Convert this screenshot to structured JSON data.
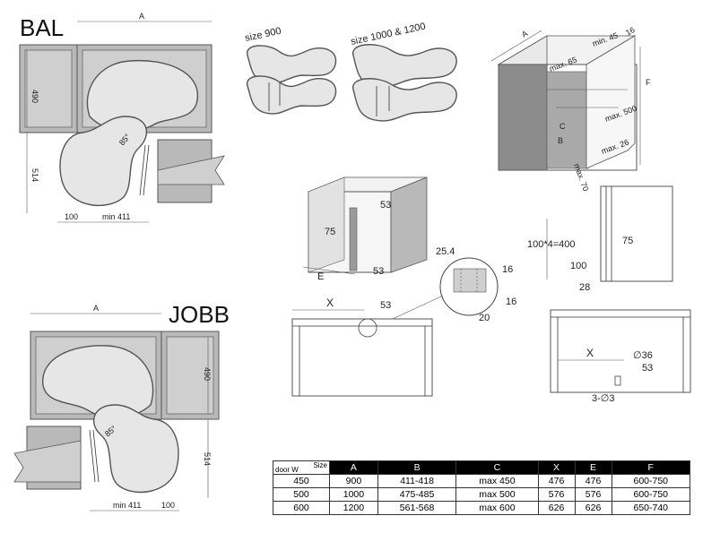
{
  "bal": {
    "title": "BAL",
    "dim_a": "A",
    "dim_490": "490",
    "dim_514": "514",
    "dim_100": "100",
    "dim_min411": "min 411",
    "angle": "85°"
  },
  "jobb": {
    "title": "JOBB",
    "dim_a": "A",
    "dim_490": "490",
    "dim_514": "514",
    "dim_100": "100",
    "dim_min411": "min 411",
    "angle": "85°"
  },
  "size900": {
    "label": "size 900"
  },
  "size1000": {
    "label": "size 1000 & 1200"
  },
  "cabinet3d": {
    "a": "A",
    "f": "F",
    "max65": "max. 65",
    "min45": "min. 45",
    "d18": "16",
    "c": "C",
    "b": "B",
    "max500": "max. 500",
    "max70": "max. 70",
    "max26": "max. 26"
  },
  "frame": {
    "d53": "53",
    "d75": "75",
    "e": "E",
    "d53b": "53"
  },
  "detail": {
    "d254": "25.4",
    "d16a": "16",
    "d16b": "16",
    "d20": "20"
  },
  "side": {
    "d400": "100*4=400",
    "d75": "75",
    "d100": "100",
    "d28": "28"
  },
  "front1": {
    "x": "X",
    "d53": "53"
  },
  "front2": {
    "x": "X",
    "d36": "∅36",
    "d53": "53",
    "holes": "3-∅3"
  },
  "table": {
    "size_label": "Size",
    "door_label": "door W",
    "headers": [
      "A",
      "B",
      "C",
      "X",
      "E",
      "F"
    ],
    "rows": [
      [
        "450",
        "900",
        "411-418",
        "max 450",
        "476",
        "476",
        "600-750"
      ],
      [
        "500",
        "1000",
        "475-485",
        "max 500",
        "576",
        "576",
        "600-750"
      ],
      [
        "600",
        "1200",
        "561-568",
        "max 600",
        "626",
        "626",
        "650-740"
      ]
    ]
  }
}
